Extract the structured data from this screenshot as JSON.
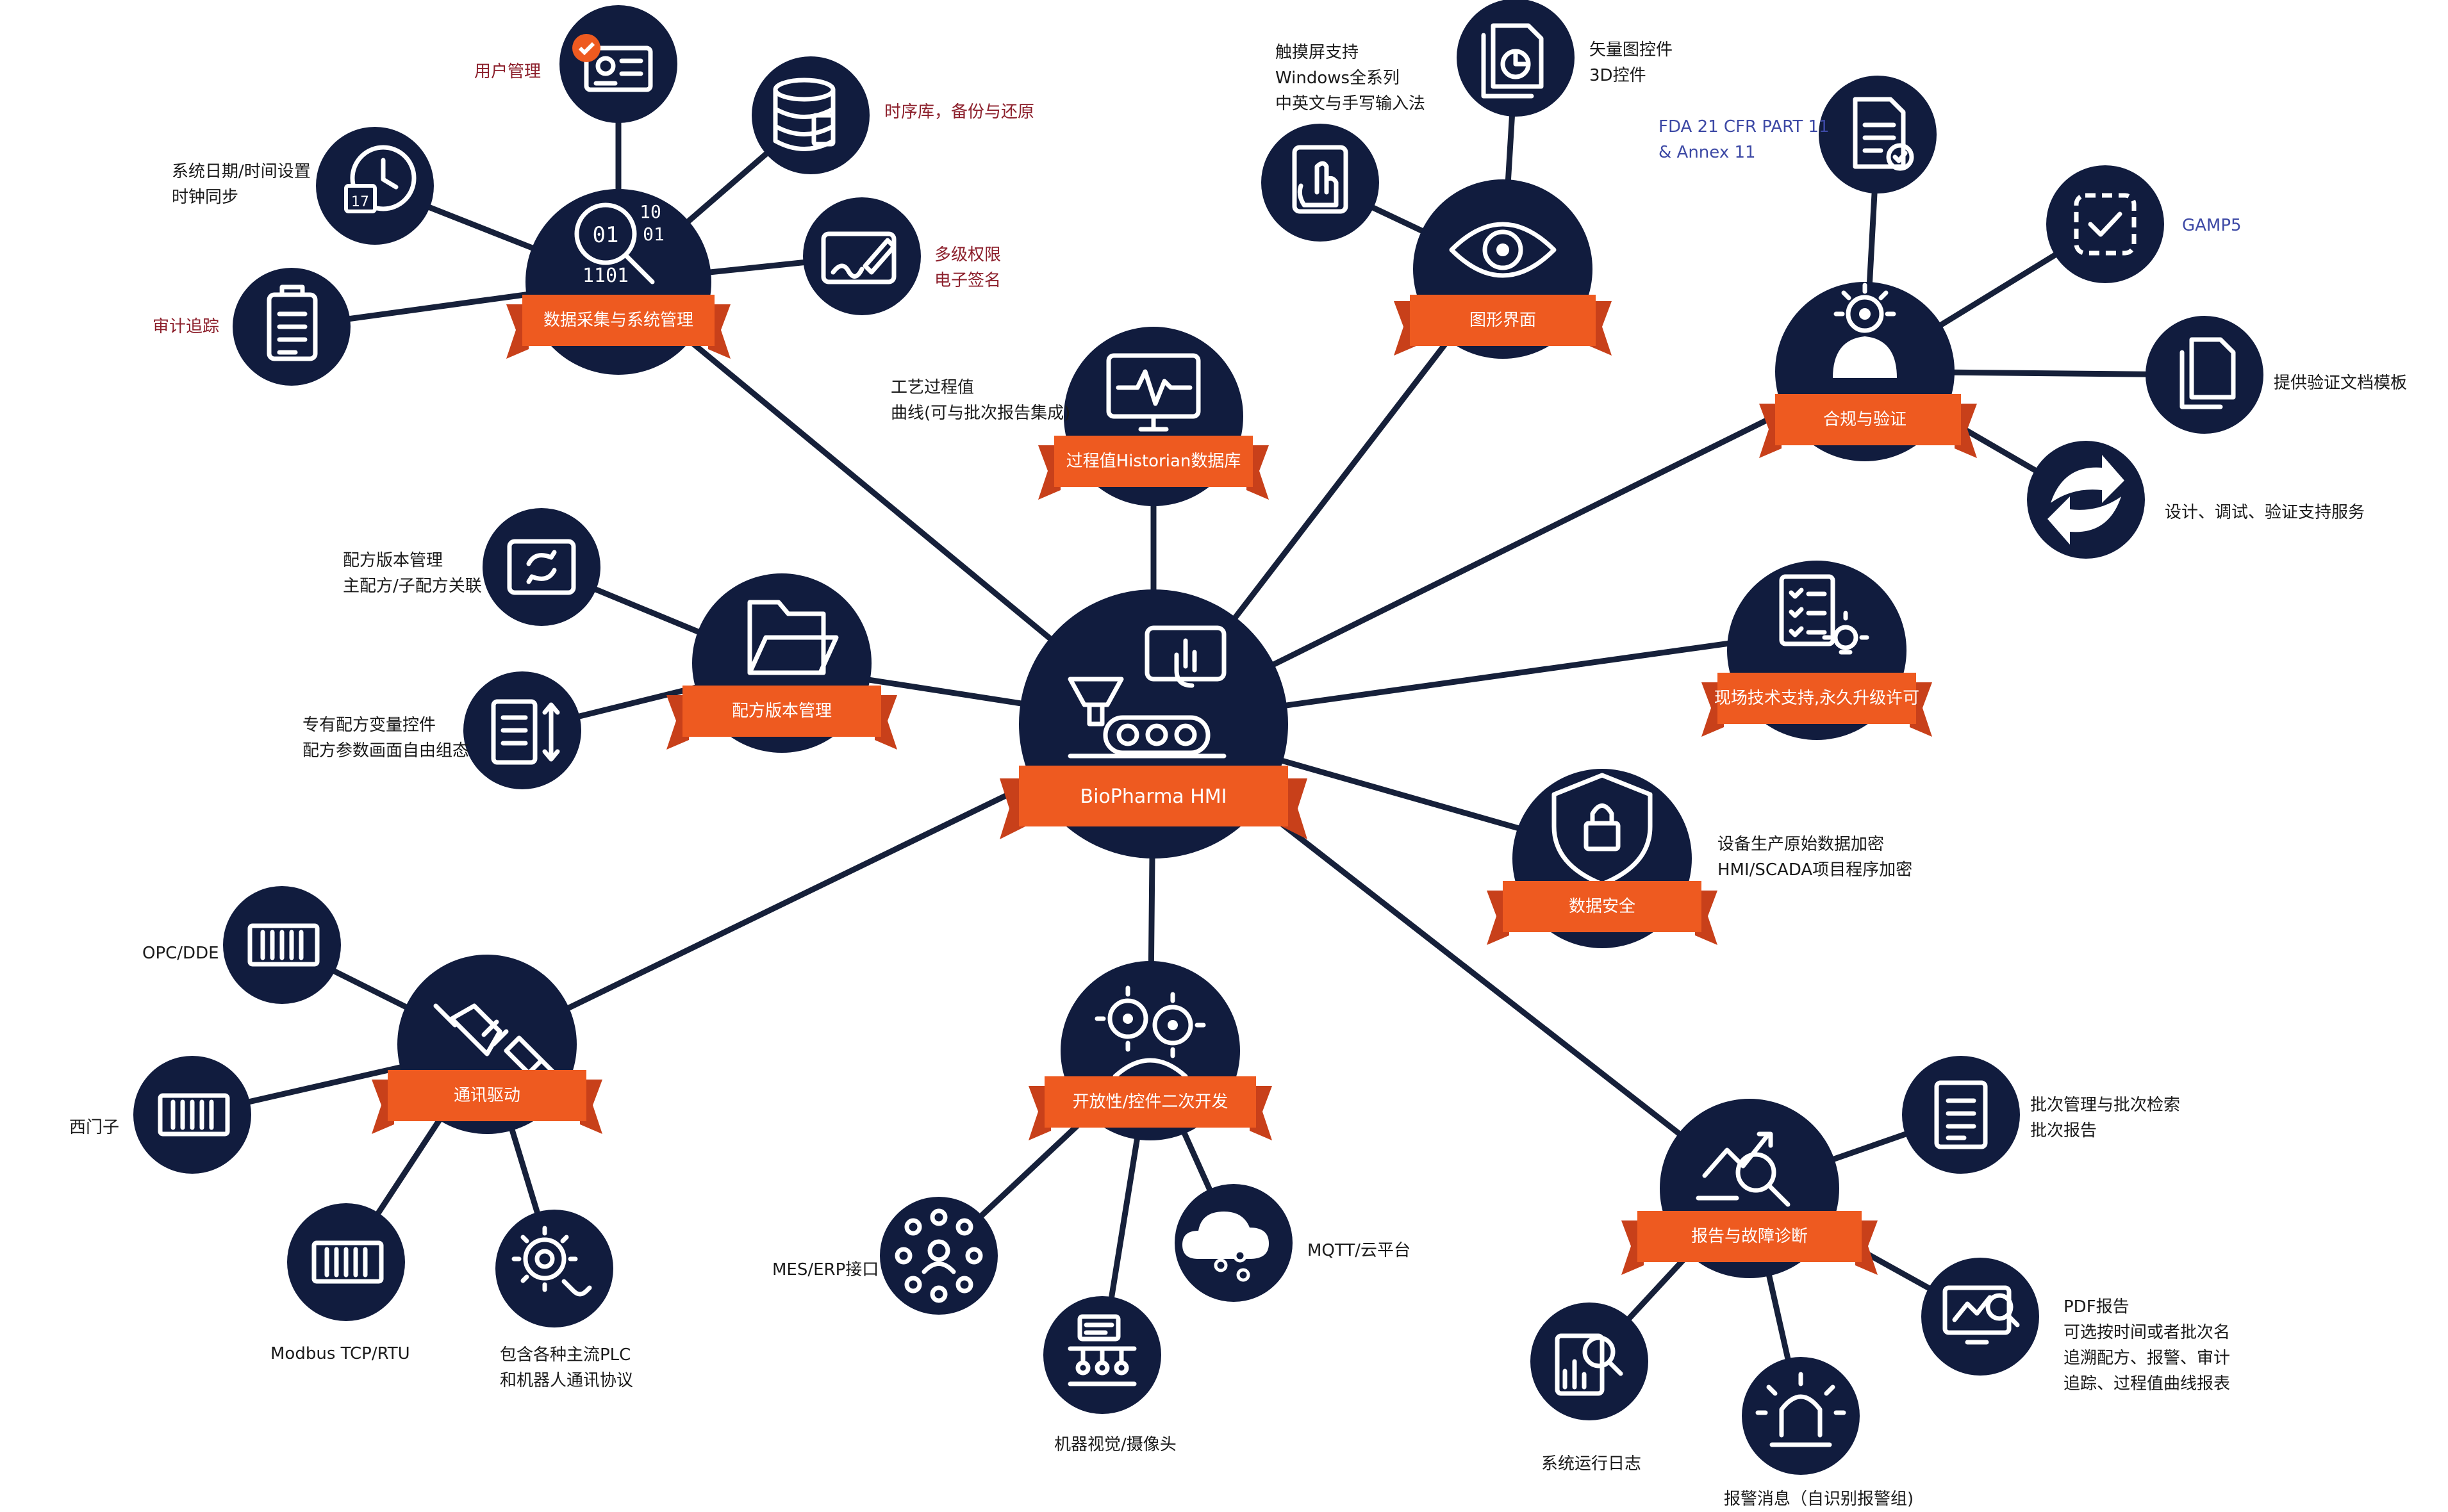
{
  "center": {
    "label": "BioPharma HMI"
  },
  "hubs": {
    "data_collection": {
      "label": "数据采集与系统管理"
    },
    "graphics": {
      "label": "图形界面"
    },
    "compliance": {
      "label": "合规与验证"
    },
    "historian": {
      "label": "过程值Historian数据库"
    },
    "recipe": {
      "label": "配方版本管理"
    },
    "support": {
      "label": "现场技术支持,永久升级许可"
    },
    "security": {
      "label": "数据安全"
    },
    "comms": {
      "label": "通讯驱动"
    },
    "openness": {
      "label": "开放性/控件二次开发"
    },
    "reports": {
      "label": "报告与故障诊断"
    }
  },
  "leaves": {
    "user_mgmt": {
      "lines": [
        "用户管理"
      ]
    },
    "timeseries_db": {
      "lines": [
        "时序库，备份与还原"
      ]
    },
    "datetime": {
      "lines": [
        "系统日期/时间设置",
        "时钟同步"
      ]
    },
    "permissions": {
      "lines": [
        "多级权限",
        "电子签名"
      ]
    },
    "audit": {
      "lines": [
        "审计追踪"
      ]
    },
    "touch": {
      "lines": [
        "触摸屏支持",
        "Windows全系列",
        "中英文与手写输入法"
      ]
    },
    "vector": {
      "lines": [
        "矢量图控件",
        "3D控件"
      ]
    },
    "fda": {
      "lines": [
        "FDA 21 CFR PART 11",
        "& Annex 11"
      ]
    },
    "gamp": {
      "lines": [
        "GAMP5"
      ]
    },
    "validation_docs": {
      "lines": [
        "提供验证文档模板"
      ]
    },
    "design_services": {
      "lines": [
        "设计、调试、验证支持服务"
      ]
    },
    "process_curve": {
      "lines": [
        "工艺过程值",
        "曲线(可与批次报告集成)"
      ]
    },
    "recipe_version": {
      "lines": [
        "配方版本管理",
        "主配方/子配方关联"
      ]
    },
    "recipe_vars": {
      "lines": [
        "专有配方变量控件",
        "配方参数画面自由组态"
      ]
    },
    "encryption": {
      "lines": [
        "设备生产原始数据加密",
        "HMI/SCADA项目程序加密"
      ]
    },
    "opc": {
      "lines": [
        "OPC/DDE"
      ]
    },
    "siemens": {
      "lines": [
        "西门子"
      ]
    },
    "modbus": {
      "lines": [
        "Modbus TCP/RTU"
      ]
    },
    "plc": {
      "lines": [
        "包含各种主流PLC",
        "和机器人通讯协议"
      ]
    },
    "mes": {
      "lines": [
        "MES/ERP接口"
      ]
    },
    "vision": {
      "lines": [
        "机器视觉/摄像头"
      ]
    },
    "mqtt": {
      "lines": [
        "MQTT/云平台"
      ]
    },
    "batch": {
      "lines": [
        "批次管理与批次检索",
        "批次报告"
      ]
    },
    "pdf": {
      "lines": [
        "PDF报告",
        "可选按时间或者批次名",
        "追溯配方、报警、审计",
        "追踪、过程值曲线报表"
      ]
    },
    "syslog": {
      "lines": [
        "系统运行日志"
      ]
    },
    "alarm": {
      "lines": [
        "报警消息（自识别报警组)"
      ]
    }
  }
}
